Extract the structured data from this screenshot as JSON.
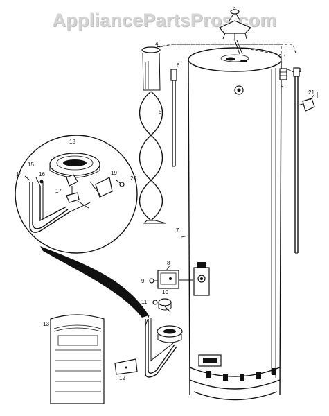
{
  "watermark": "AppliancePartsPros.com",
  "callouts": [
    "1",
    "2",
    "3",
    "4",
    "5",
    "6",
    "7",
    "8",
    "9",
    "10",
    "11",
    "12",
    "13",
    "14",
    "15",
    "16",
    "17",
    "18",
    "19",
    "20",
    "21"
  ]
}
